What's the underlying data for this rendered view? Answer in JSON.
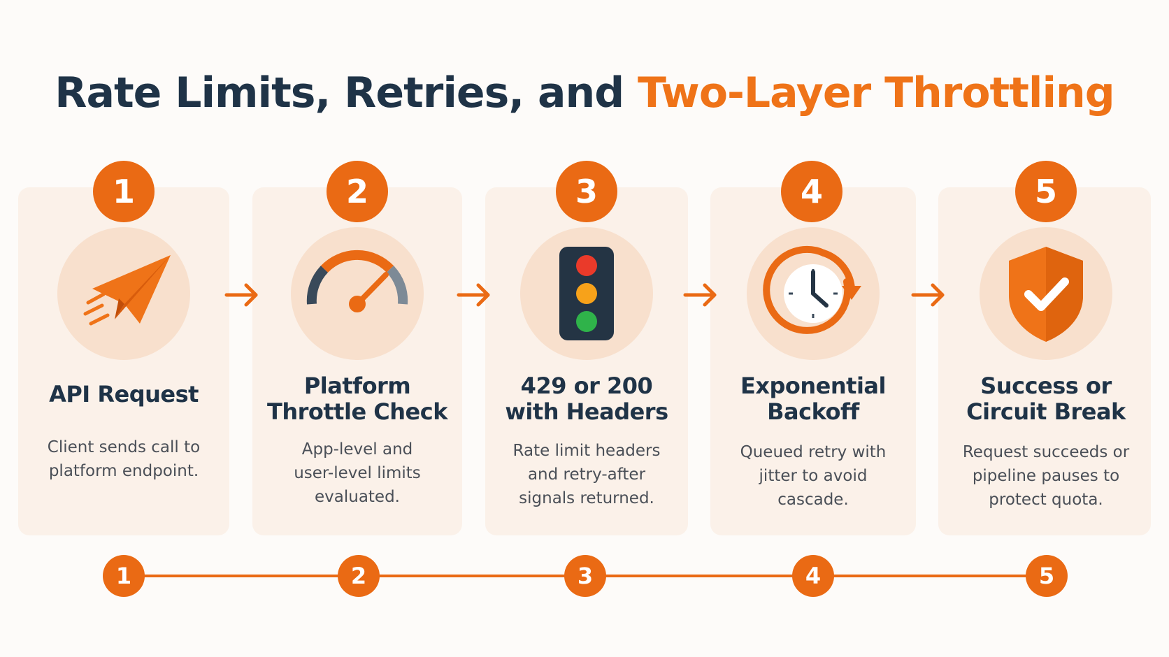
{
  "header": {
    "title_main": "Rate Limits, Retries, and",
    "title_accent": "Two-Layer Throttling"
  },
  "colors": {
    "accent": "#ea6a14",
    "dark_text": "#1f3347",
    "card_bg": "#fbf1e9",
    "icon_disc": "#f8e0cd"
  },
  "steps": [
    {
      "number": "1",
      "icon": "paper-plane-icon",
      "title": [
        "API Request"
      ],
      "description": [
        "Client sends call to",
        "platform endpoint."
      ]
    },
    {
      "number": "2",
      "icon": "speedometer-icon",
      "title": [
        "Platform",
        "Throttle Check"
      ],
      "description": [
        "App-level and",
        "user-level limits",
        "evaluated."
      ]
    },
    {
      "number": "3",
      "icon": "traffic-light-icon",
      "title": [
        "429 or 200",
        "with Headers"
      ],
      "description": [
        "Rate limit headers",
        "and retry-after",
        "signals returned."
      ]
    },
    {
      "number": "4",
      "icon": "clock-retry-icon",
      "title": [
        "Exponential",
        "Backoff"
      ],
      "description": [
        "Queued retry with",
        "jitter to avoid",
        "cascade."
      ]
    },
    {
      "number": "5",
      "icon": "shield-check-icon",
      "title": [
        "Success or",
        "Circuit Break"
      ],
      "description": [
        "Request succeeds or",
        "pipeline pauses to",
        "protect quota."
      ]
    }
  ],
  "timeline": [
    "1",
    "2",
    "3",
    "4",
    "5"
  ]
}
